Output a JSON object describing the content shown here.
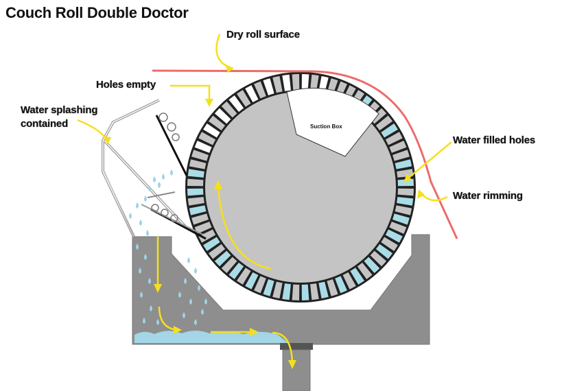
{
  "title": "Couch Roll Double Doctor",
  "labels": {
    "dry_roll_surface": "Dry roll surface",
    "holes_empty": "Holes empty",
    "water_splashing_line1": "Water splashing",
    "water_splashing_line2": "contained",
    "suction_box": "Suction Box",
    "water_filled_holes": "Water filled holes",
    "water_rimming": "Water rimming"
  },
  "colors": {
    "roll_gray": "#c4c4c4",
    "hole_water": "#a9dce6",
    "felt_red": "#ee6b6b",
    "arrow_yellow": "#f4e01c",
    "tray_gray": "#8c8c8c",
    "water_blue": "#9fd3e3"
  }
}
